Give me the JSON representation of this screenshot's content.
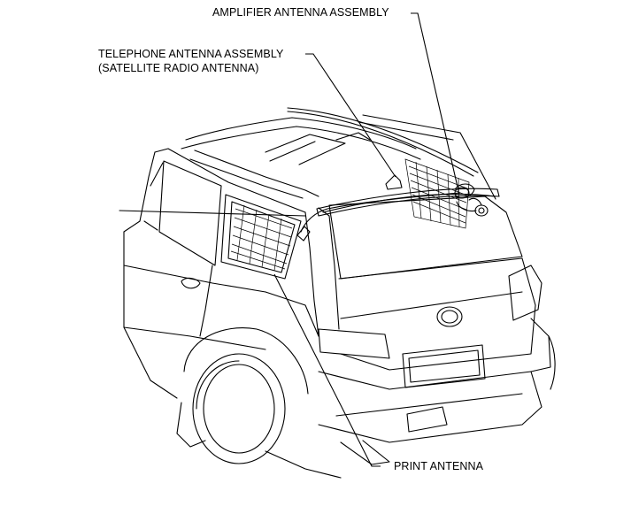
{
  "callouts": {
    "amplifier_antenna": "AMPLIFIER ANTENNA ASSEMBLY",
    "telephone_antenna_line1": "TELEPHONE ANTENNA ASSEMBLY",
    "telephone_antenna_line2": "(SATELLITE RADIO ANTENNA)",
    "print_antenna": "PRINT ANTENNA"
  },
  "colors": {
    "line": "#000000",
    "background": "#ffffff"
  }
}
